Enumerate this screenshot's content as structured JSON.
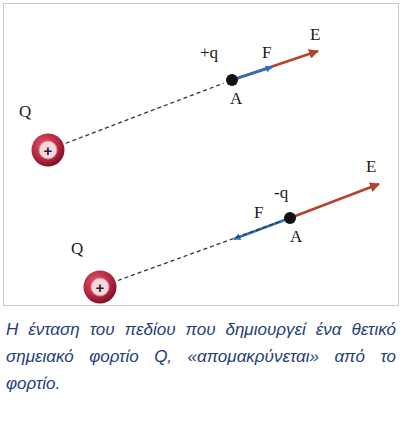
{
  "diagram": {
    "caption": "Η ένταση του πεδίου που δημιουργεί ένα θετικό σημειακό φορτίο Q, «απομακρύνεται» από το φορτίο.",
    "nodes": [
      {
        "text": [
          "Q",
          "+"
        ]
      },
      {
        "text": [
          "+q",
          "A"
        ]
      },
      {
        "text": [
          "Q",
          "+"
        ]
      },
      {
        "text": [
          "-q",
          "A"
        ]
      }
    ],
    "edges": [
      {
        "from": 0,
        "to": 1,
        "arrow": "none"
      },
      {
        "from": 2,
        "to": 3,
        "arrow": "none"
      }
    ],
    "labels": [
      "F",
      "E",
      "F",
      "E"
    ]
  }
}
